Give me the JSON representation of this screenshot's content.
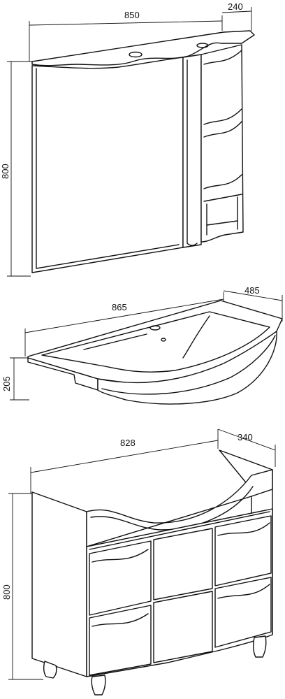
{
  "mirror_cabinet": {
    "width": "850",
    "depth": "240",
    "height": "800"
  },
  "washbasin": {
    "width": "865",
    "depth": "485",
    "height": "205"
  },
  "vanity_unit": {
    "width": "828",
    "depth": "340",
    "height": "800"
  }
}
